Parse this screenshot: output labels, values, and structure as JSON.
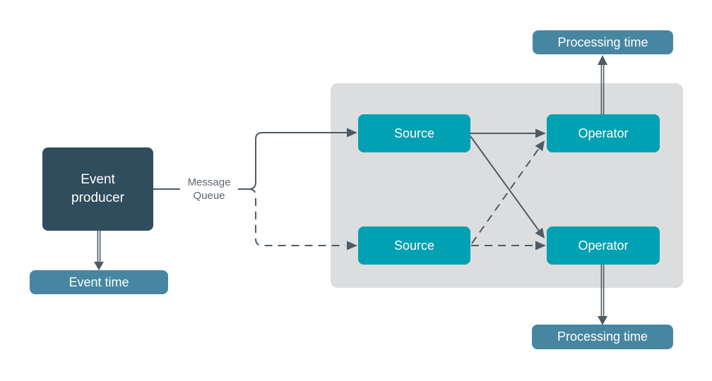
{
  "colors": {
    "canvas-bg": "#FFFFFF",
    "container-bg": "#DBDDDF",
    "producer-bg": "#2F4D5C",
    "time-bg": "#4786A1",
    "process-bg": "#00A1B2",
    "connector": "#4F5B64",
    "label-text": "#5D666E",
    "node-text": "#FFFFFF"
  },
  "nodes": {
    "event_producer": {
      "label": "Event\nproducer"
    },
    "event_time": {
      "label": "Event time"
    },
    "message_queue": {
      "label": "Message\nQueue"
    },
    "source_top": {
      "label": "Source"
    },
    "source_bottom": {
      "label": "Source"
    },
    "operator_top": {
      "label": "Operator"
    },
    "operator_bottom": {
      "label": "Operator"
    },
    "processing_time_top": {
      "label": "Processing time"
    },
    "processing_time_bottom": {
      "label": "Processing time"
    }
  },
  "edges": [
    {
      "from": "event_producer",
      "to": "event_time",
      "style": "double-line-arrow"
    },
    {
      "from": "event_producer",
      "to": "queue_junction",
      "style": "solid",
      "label": "Message Queue"
    },
    {
      "from": "queue_junction",
      "to": "source_top",
      "style": "solid-arrow"
    },
    {
      "from": "queue_junction",
      "to": "source_bottom",
      "style": "dashed-arrow"
    },
    {
      "from": "source_top",
      "to": "operator_top",
      "style": "solid-arrow"
    },
    {
      "from": "source_top",
      "to": "operator_bottom",
      "style": "solid-arrow"
    },
    {
      "from": "source_bottom",
      "to": "operator_bottom",
      "style": "dashed-arrow"
    },
    {
      "from": "source_bottom",
      "to": "operator_top",
      "style": "dashed-arrow"
    },
    {
      "from": "operator_top",
      "to": "processing_time_top",
      "style": "double-line-arrow"
    },
    {
      "from": "operator_bottom",
      "to": "processing_time_bottom",
      "style": "double-line-arrow"
    }
  ]
}
